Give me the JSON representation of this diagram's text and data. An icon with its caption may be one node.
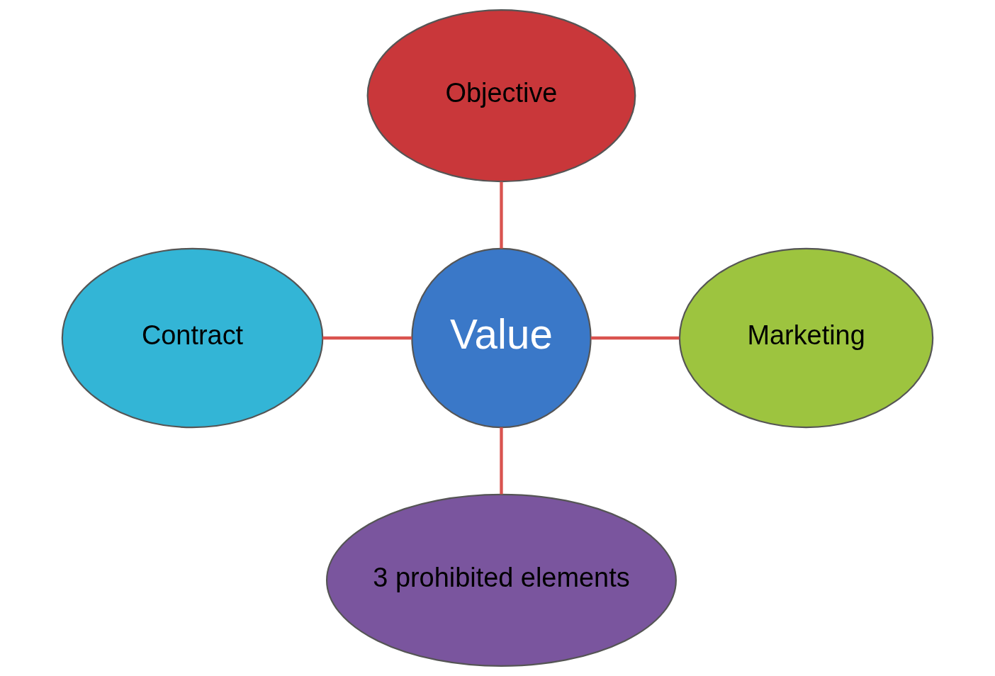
{
  "diagram": {
    "nodes": [
      {
        "text": [
          "Objective"
        ]
      },
      {
        "text": [
          "Contract"
        ]
      },
      {
        "text": [
          "Value"
        ]
      },
      {
        "text": [
          "Marketing"
        ]
      },
      {
        "text": [
          "3 prohibited elements"
        ]
      }
    ],
    "edges": [
      {
        "from": 0,
        "to": 2,
        "arrow": "none"
      },
      {
        "from": 1,
        "to": 2,
        "arrow": "none"
      },
      {
        "from": 2,
        "to": 3,
        "arrow": "none"
      },
      {
        "from": 2,
        "to": 4,
        "arrow": "none"
      }
    ]
  }
}
